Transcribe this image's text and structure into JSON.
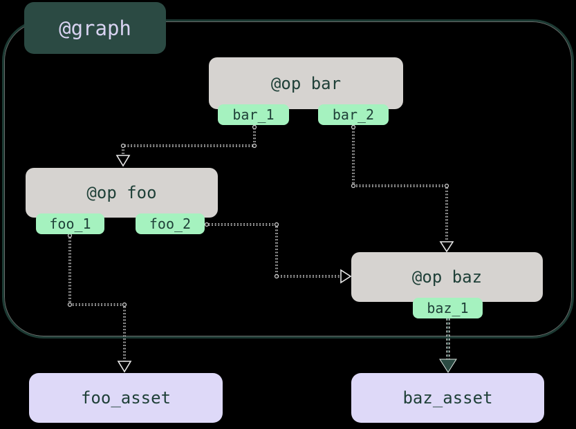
{
  "diagram": {
    "kind": "op-graph-asset-lineage",
    "graph": {
      "label": "@graph"
    },
    "ops": [
      {
        "label": "@op bar",
        "outputs": [
          "bar_1",
          "bar_2"
        ]
      },
      {
        "label": "@op foo",
        "outputs": [
          "foo_1",
          "foo_2"
        ]
      },
      {
        "label": "@op baz",
        "outputs": [
          "baz_1"
        ]
      }
    ],
    "assets": [
      {
        "label": "foo_asset"
      },
      {
        "label": "baz_asset"
      }
    ],
    "edges": [
      {
        "from": "bar_1",
        "to": "@op foo",
        "style": "dotted, open arrowhead"
      },
      {
        "from": "bar_2",
        "to": "@op baz",
        "style": "dotted, open arrowhead"
      },
      {
        "from": "foo_2",
        "to": "@op baz",
        "style": "dotted, open arrowhead"
      },
      {
        "from": "foo_1",
        "to": "foo_asset",
        "style": "dotted, open arrowhead"
      },
      {
        "from": "baz_1",
        "to": "baz_asset",
        "style": "dotted teal, filled arrowhead"
      }
    ],
    "colors": {
      "background": "#000000",
      "graph_label_bg": "#2b4a43",
      "graph_label_text": "#d8d3f1",
      "graph_border": "#1c3a33",
      "op_bg": "#d6d3d0",
      "op_text": "#1f4038",
      "output_tab_bg": "#a5f2bf",
      "asset_bg": "#ded9f8",
      "edge": "#ededed",
      "edge_asset": "#2b4a42"
    }
  }
}
